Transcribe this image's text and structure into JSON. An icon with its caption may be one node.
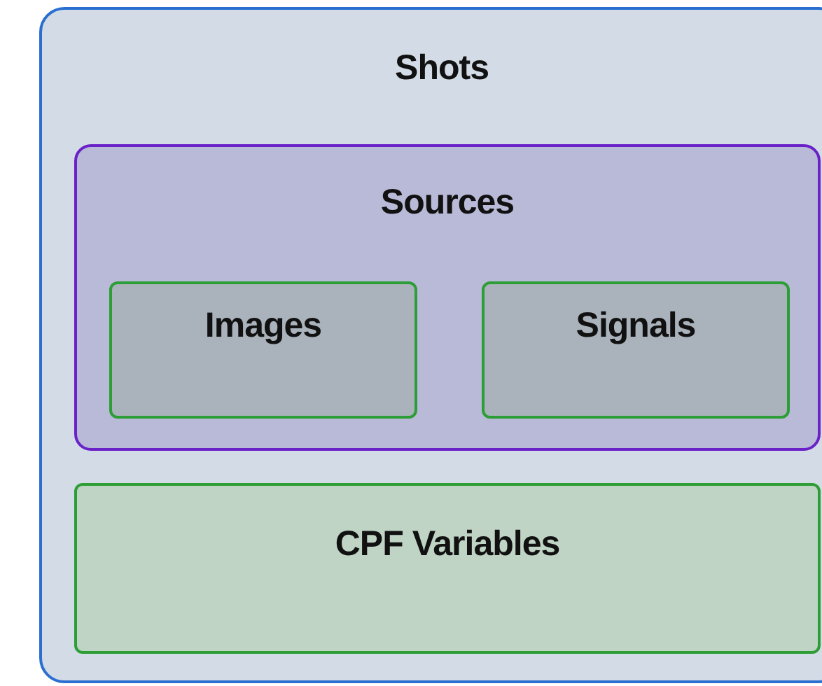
{
  "diagram": {
    "nodes": [
      {
        "text": [
          "Shots"
        ]
      },
      {
        "text": [
          "Sources"
        ],
        "in": 0
      },
      {
        "text": [
          "Images"
        ],
        "in": 1
      },
      {
        "text": [
          "Signals"
        ],
        "in": 1
      },
      {
        "text": [
          "CPF Variables"
        ],
        "in": 0
      }
    ]
  }
}
